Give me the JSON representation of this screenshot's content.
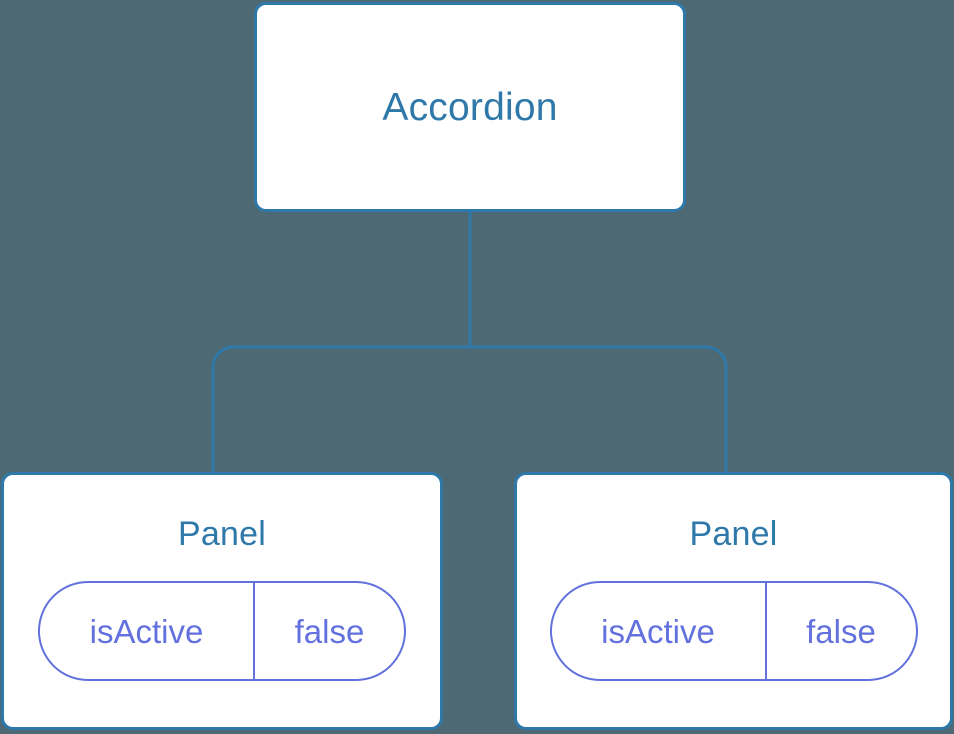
{
  "diagram": {
    "type": "component-tree",
    "background_color": "#4d6974",
    "node_border_color": "#2f79aa",
    "node_fill_color": "#ffffff",
    "title_color": "#2f79aa",
    "state_color": "#6271dd",
    "connector_color": "#2f79aa",
    "root": {
      "label": "Accordion"
    },
    "children": [
      {
        "label": "Panel",
        "state": {
          "key": "isActive",
          "value": "false"
        }
      },
      {
        "label": "Panel",
        "state": {
          "key": "isActive",
          "value": "false"
        }
      }
    ]
  }
}
